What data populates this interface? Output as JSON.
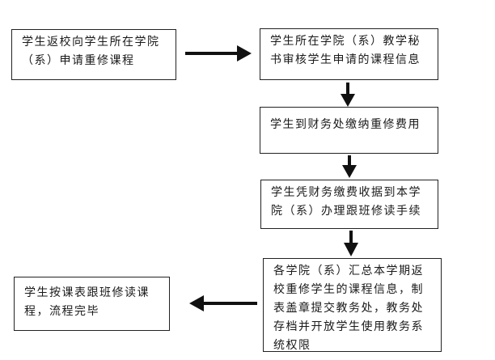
{
  "steps": [
    {
      "id": "step1",
      "text": "学生返校向学生所在学院（系）申请重修课程"
    },
    {
      "id": "step2",
      "text": "学生所在学院（系）教学秘书审核学生申请的课程信息"
    },
    {
      "id": "step3",
      "text": "学生到财务处缴纳重修费用"
    },
    {
      "id": "step4",
      "text": "学生凭财务缴费收据到本学院（系）办理跟班修读手续"
    },
    {
      "id": "step5",
      "text": "各学院（系）汇总本学期返校重修学生的课程信息，制表盖章提交教务处，教务处存档并开放学生使用教务系统权限"
    },
    {
      "id": "step6",
      "text": "学生按课表跟班修读课程，流程完毕"
    }
  ],
  "colors": {
    "stroke": "#222222",
    "arrow": "#111111",
    "background": "#ffffff"
  }
}
